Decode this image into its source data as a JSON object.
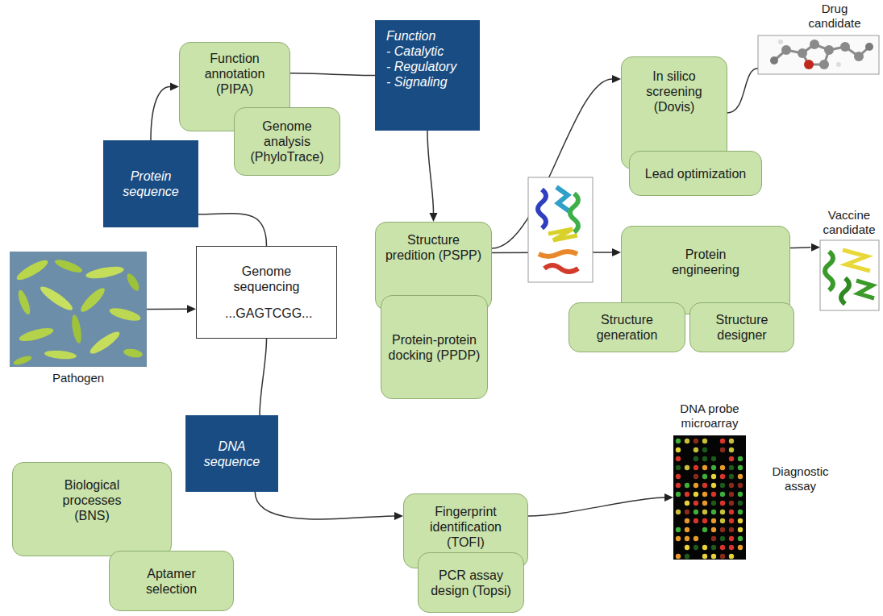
{
  "diagram": {
    "nodes": [
      {
        "text": [
          "Function annotation (PIPA)"
        ]
      },
      {
        "text": [
          "Genome analysis (PhyloTrace)"
        ]
      },
      {
        "text": [
          "Function",
          "- Catalytic",
          "- Regulatory",
          "- Signaling"
        ]
      },
      {
        "text": [
          "Protein sequence"
        ]
      },
      {
        "text": [
          "In silico screening (Dovis)"
        ]
      },
      {
        "text": [
          "Lead optimization"
        ]
      },
      {
        "text": [
          "Drug candidate"
        ]
      },
      {
        "text": [
          "Structure predition (PSPP)"
        ]
      },
      {
        "text": [
          "Protein-protein docking (PPDP)"
        ]
      },
      {
        "text": [
          "Protein engineering"
        ]
      },
      {
        "text": [
          "Structure generation"
        ]
      },
      {
        "text": [
          "Structure designer"
        ]
      },
      {
        "text": [
          "Vaccine candidate"
        ]
      },
      {
        "text": [
          "Pathogen"
        ]
      },
      {
        "text": [
          "Genome sequencing",
          "...GAGTCGG..."
        ]
      },
      {
        "text": [
          "DNA sequence"
        ]
      },
      {
        "text": [
          "DNA probe microarray",
          "Diagnostic assay"
        ]
      },
      {
        "text": [
          "Biological processes (BNS)"
        ]
      },
      {
        "text": [
          "Aptamer selection"
        ]
      },
      {
        "text": [
          "Fingerprint identification (TOFI)"
        ]
      },
      {
        "text": [
          "PCR assay design (Topsi)"
        ]
      }
    ],
    "edges": [
      {
        "from": 13,
        "to": 14,
        "arrow": "to"
      },
      {
        "from": 14,
        "to": 3,
        "arrow": "none"
      },
      {
        "from": 3,
        "to": 0,
        "arrow": "to"
      },
      {
        "from": 0,
        "to": 2,
        "arrow": "none"
      },
      {
        "from": 2,
        "to": 7,
        "arrow": "to"
      },
      {
        "from": 7,
        "to": 4,
        "arrow": "to"
      },
      {
        "from": 7,
        "to": 9,
        "arrow": "to"
      },
      {
        "from": 4,
        "to": 6,
        "arrow": "none"
      },
      {
        "from": 9,
        "to": 12,
        "arrow": "to"
      },
      {
        "from": 14,
        "to": 15,
        "arrow": "none"
      },
      {
        "from": 15,
        "to": 19,
        "arrow": "to"
      },
      {
        "from": 19,
        "to": 16,
        "arrow": "to"
      }
    ]
  }
}
